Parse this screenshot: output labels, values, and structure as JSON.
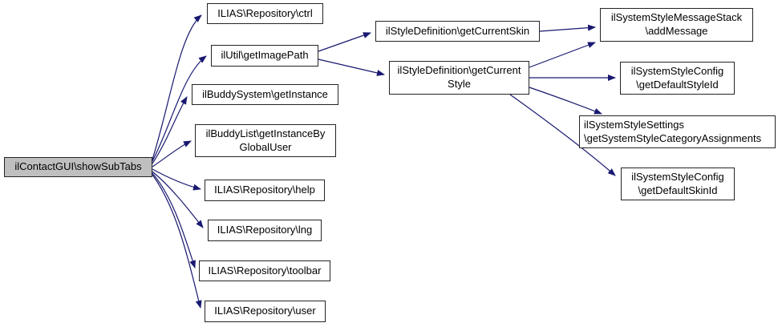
{
  "diagram": {
    "type": "call-graph",
    "colors": {
      "edge": "#191970",
      "node_fill": "#ffffff",
      "highlight_fill": "#bfbfbf",
      "node_border": "#242424",
      "text": "#000000",
      "background": "#ffffff"
    },
    "nodes": [
      {
        "id": "showSubTabs",
        "label": "ilContactGUI\\showSubTabs",
        "highlighted": true
      },
      {
        "id": "ctrl",
        "label": "ILIAS\\Repository\\ctrl"
      },
      {
        "id": "getImagePath",
        "label": "ilUtil\\getImagePath"
      },
      {
        "id": "getInstance",
        "label": "ilBuddySystem\\getInstance"
      },
      {
        "id": "getInstanceByGlobalUser",
        "label": "ilBuddyList\\getInstanceBy\nGlobalUser"
      },
      {
        "id": "help",
        "label": "ILIAS\\Repository\\help"
      },
      {
        "id": "lng",
        "label": "ILIAS\\Repository\\lng"
      },
      {
        "id": "toolbar",
        "label": "ILIAS\\Repository\\toolbar"
      },
      {
        "id": "user",
        "label": "ILIAS\\Repository\\user"
      },
      {
        "id": "getCurrentSkin",
        "label": "ilStyleDefinition\\getCurrentSkin"
      },
      {
        "id": "getCurrentStyle",
        "label": "ilStyleDefinition\\getCurrent\nStyle"
      },
      {
        "id": "addMessage",
        "label": "ilSystemStyleMessageStack\n\\addMessage"
      },
      {
        "id": "getDefaultStyleId",
        "label": "ilSystemStyleConfig\n\\getDefaultStyleId"
      },
      {
        "id": "getSystemStyleCategoryAssignments",
        "label": "ilSystemStyleSettings\n\\getSystemStyleCategoryAssignments"
      },
      {
        "id": "getDefaultSkinId",
        "label": "ilSystemStyleConfig\n\\getDefaultSkinId"
      }
    ],
    "edges": [
      {
        "from": "showSubTabs",
        "to": "ctrl"
      },
      {
        "from": "showSubTabs",
        "to": "getImagePath"
      },
      {
        "from": "showSubTabs",
        "to": "getInstance"
      },
      {
        "from": "showSubTabs",
        "to": "getInstanceByGlobalUser"
      },
      {
        "from": "showSubTabs",
        "to": "help"
      },
      {
        "from": "showSubTabs",
        "to": "lng"
      },
      {
        "from": "showSubTabs",
        "to": "toolbar"
      },
      {
        "from": "showSubTabs",
        "to": "user"
      },
      {
        "from": "getImagePath",
        "to": "getCurrentSkin"
      },
      {
        "from": "getImagePath",
        "to": "getCurrentStyle"
      },
      {
        "from": "getCurrentSkin",
        "to": "addMessage"
      },
      {
        "from": "getCurrentStyle",
        "to": "addMessage"
      },
      {
        "from": "getCurrentStyle",
        "to": "getDefaultStyleId"
      },
      {
        "from": "getCurrentStyle",
        "to": "getSystemStyleCategoryAssignments"
      },
      {
        "from": "getCurrentStyle",
        "to": "getDefaultSkinId"
      }
    ]
  }
}
